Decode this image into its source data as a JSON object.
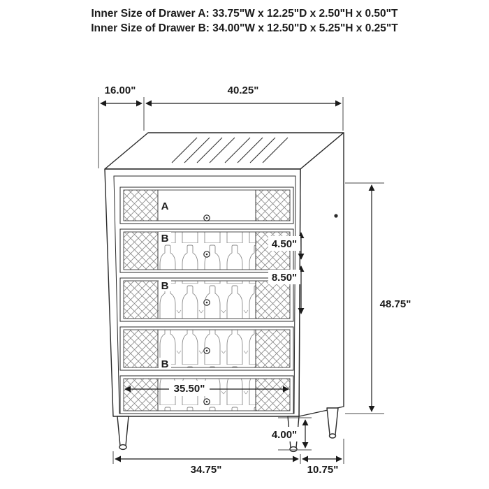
{
  "title": {
    "line1": "Inner Size of Drawer A: 33.75\"W x 12.25\"D x 2.50\"H x 0.50\"T",
    "line2": "Inner Size of Drawer B: 34.00\"W x 12.50\"D x 5.25\"H x 0.25\"T"
  },
  "drawer_labels": {
    "a": "A",
    "b": "B"
  },
  "dimensions": {
    "top_depth": "16.00\"",
    "top_width": "40.25\"",
    "overall_height": "48.75\"",
    "drawer_face_height_a": "4.50\"",
    "drawer_face_height_b": "8.50\"",
    "drawer_inner_width": "35.50\"",
    "leg_height": "4.00\"",
    "base_front_width": "34.75\"",
    "base_side_depth": "10.75\""
  },
  "colors": {
    "red_label": "#e4131b",
    "line": "#222222",
    "background": "#ffffff"
  }
}
